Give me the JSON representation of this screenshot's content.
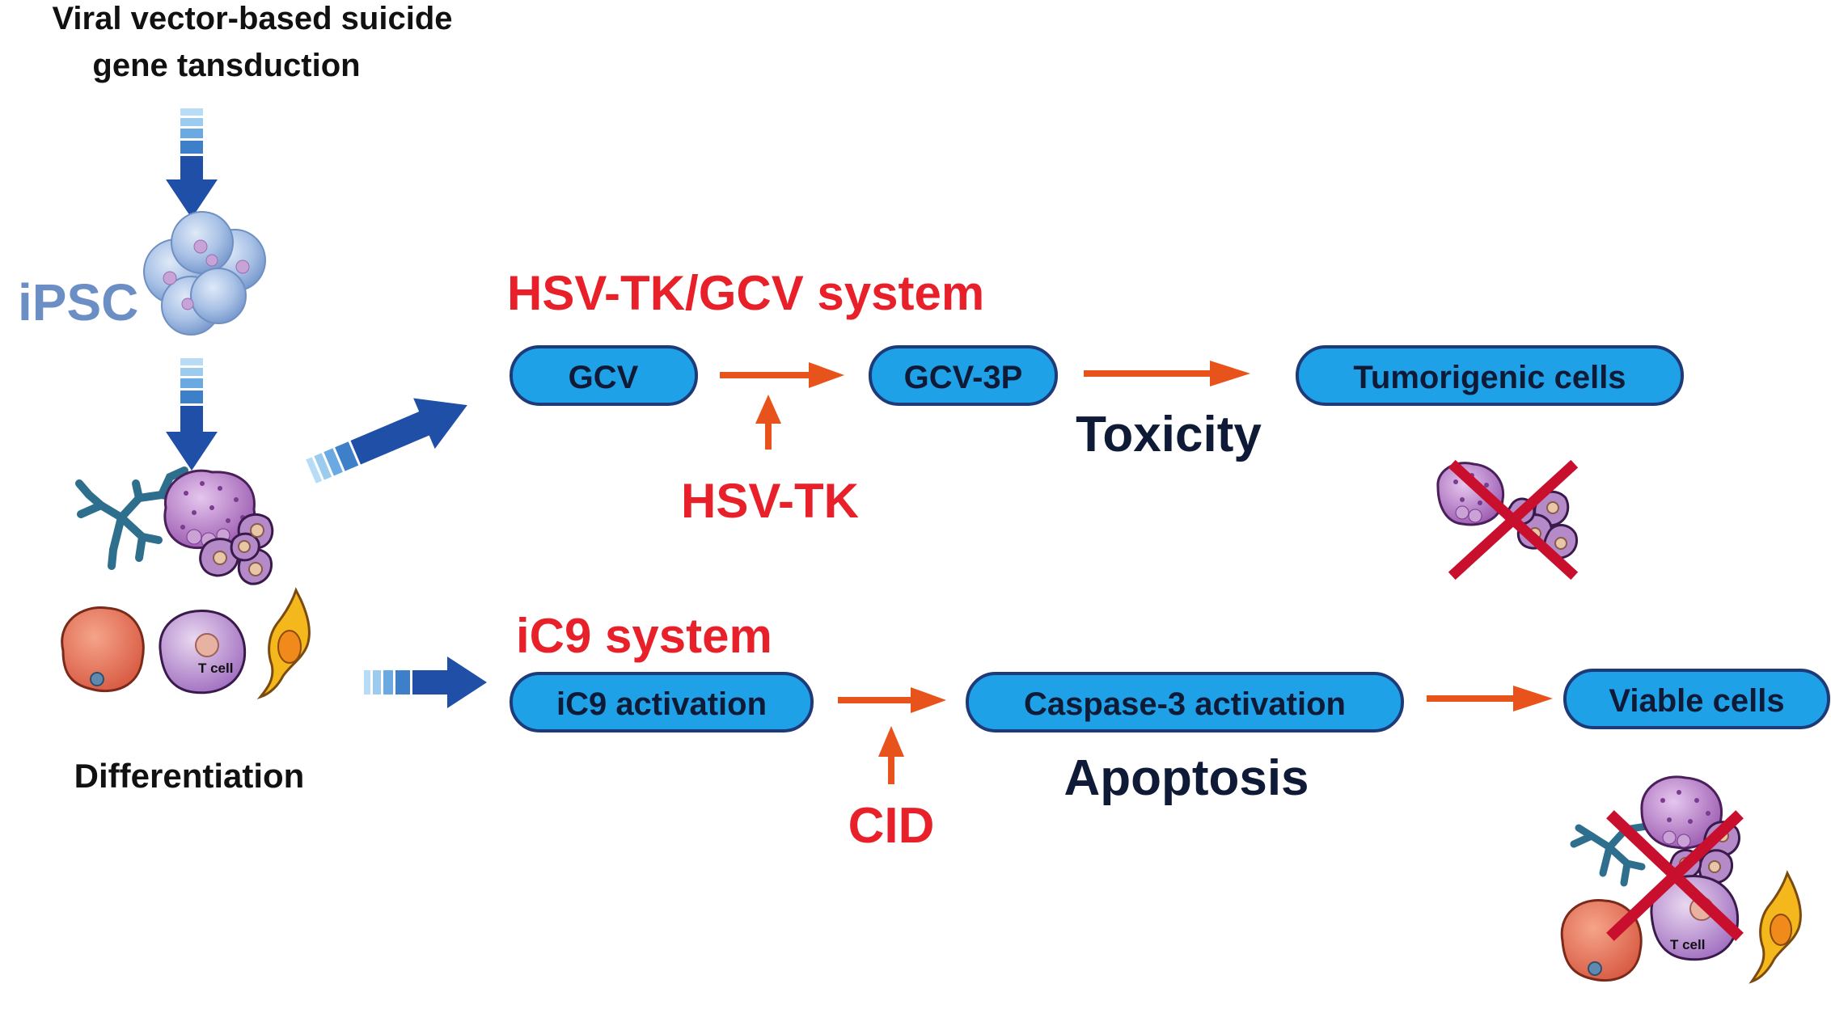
{
  "top_caption": {
    "line1": "Viral vector-based suicide",
    "line2": "gene tansduction"
  },
  "ipsc_label": "iPSC",
  "differentiation_label": "Differentiation",
  "t_cell_label": "T cell",
  "hsv_tk_system": {
    "title": "HSV-TK/GCV system",
    "box_gcv": "GCV",
    "box_gcv3p": "GCV-3P",
    "box_tumorigenic": "Tumorigenic cells",
    "enzyme": "HSV-TK",
    "outcome": "Toxicity"
  },
  "ic9_system": {
    "title": "iC9 system",
    "box_ic9": "iC9 activation",
    "box_caspase": "Caspase-3 activation",
    "box_viable": "Viable cells",
    "inducer": "CID",
    "outcome": "Apoptosis"
  },
  "colors": {
    "title_red": "#e8202a",
    "flow_orange": "#e8531c",
    "box_fill": "#1fa1e8",
    "box_stroke": "#1e3a78",
    "blue_arrow": "#1f4fa6",
    "ipsc_blue": "#6b8fc4",
    "cross_red": "#c8102e"
  }
}
